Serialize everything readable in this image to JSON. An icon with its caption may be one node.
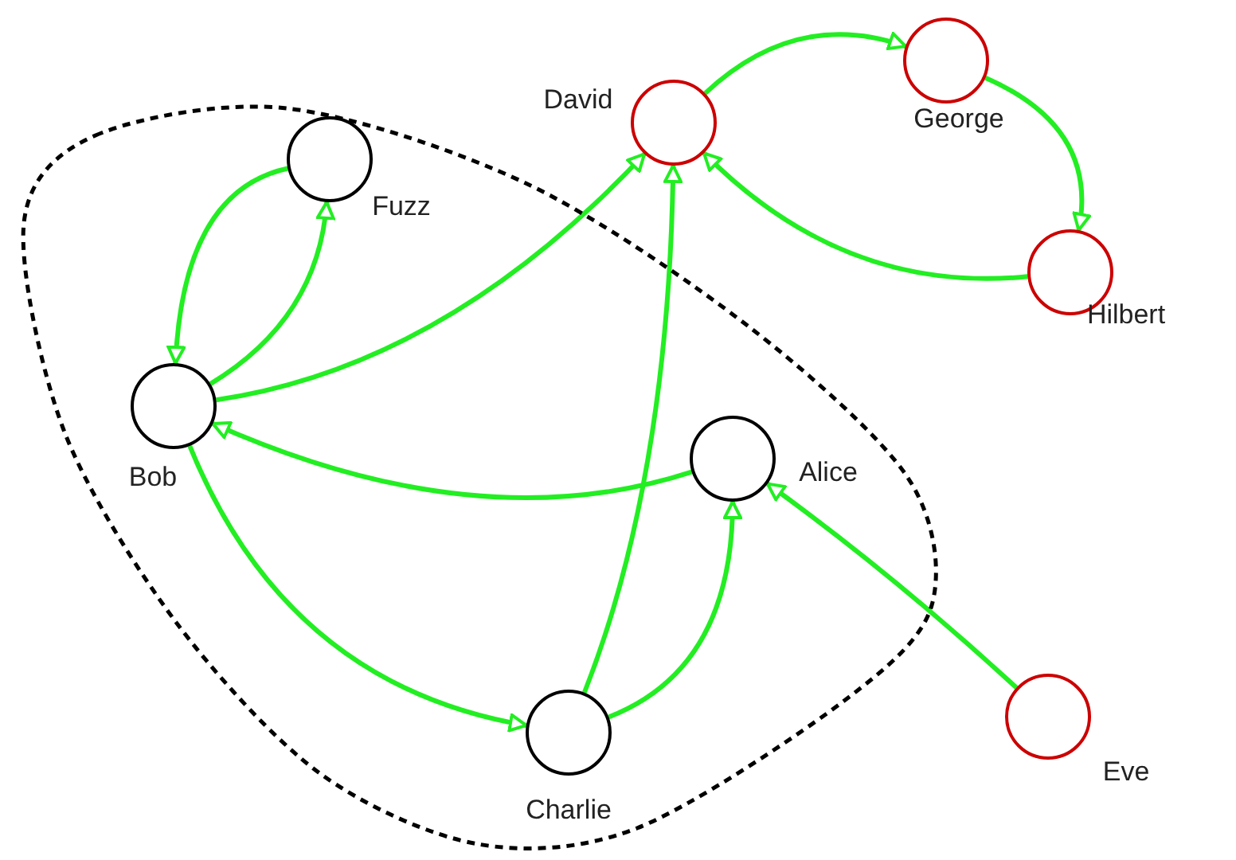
{
  "diagram": {
    "nodes": [
      {
        "text": [],
        "shape": "cloud"
      },
      {
        "text": [
          "George"
        ]
      },
      {
        "text": [
          "David"
        ]
      },
      {
        "text": [
          "Fuzz"
        ],
        "in": 0
      },
      {
        "text": [
          "Hilbert"
        ]
      },
      {
        "text": [
          "Bob"
        ],
        "in": 0
      },
      {
        "text": [
          "Alice"
        ],
        "in": 0
      },
      {
        "text": [
          "Eve"
        ]
      },
      {
        "text": [
          "Charlie"
        ],
        "in": 0
      }
    ],
    "edges": [
      {
        "from": 3,
        "to": 5,
        "arrow": "to"
      },
      {
        "from": 5,
        "to": 3,
        "arrow": "to"
      },
      {
        "from": 5,
        "to": 2,
        "arrow": "to"
      },
      {
        "from": 6,
        "to": 5,
        "arrow": "to"
      },
      {
        "from": 5,
        "to": 8,
        "arrow": "to"
      },
      {
        "from": 8,
        "to": 2,
        "arrow": "to"
      },
      {
        "from": 8,
        "to": 6,
        "arrow": "to"
      },
      {
        "from": 7,
        "to": 6,
        "arrow": "to"
      },
      {
        "from": 2,
        "to": 1,
        "arrow": "to"
      },
      {
        "from": 1,
        "to": 4,
        "arrow": "to"
      },
      {
        "from": 4,
        "to": 2,
        "arrow": "to"
      }
    ]
  }
}
